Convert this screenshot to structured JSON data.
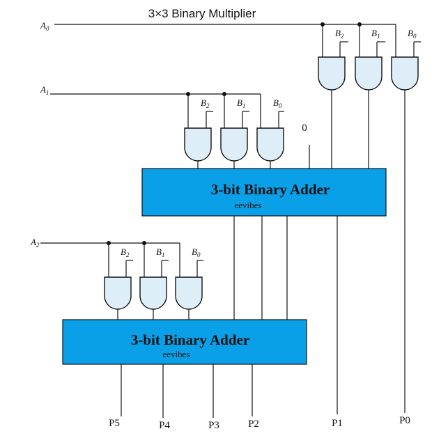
{
  "title": "3×3 Binary Multiplier",
  "colors": {
    "adder_fill": "#0aa0e8",
    "gate_fill": "#ddeef8",
    "wire": "#111111"
  },
  "inputs": {
    "a0": {
      "base": "A",
      "sub": "0"
    },
    "a1": {
      "base": "A",
      "sub": "1"
    },
    "a2": {
      "base": "A",
      "sub": "2"
    }
  },
  "b_labels": [
    {
      "base": "B",
      "sub": "2"
    },
    {
      "base": "B",
      "sub": "1"
    },
    {
      "base": "B",
      "sub": "0"
    }
  ],
  "carry_in": "0",
  "adders": [
    {
      "label": "3-bit Binary Adder",
      "watermark": "eevibes"
    },
    {
      "label": "3-bit Binary Adder",
      "watermark": "eevibes"
    }
  ],
  "outputs": [
    "P5",
    "P4",
    "P3",
    "P2",
    "P1",
    "P0"
  ]
}
